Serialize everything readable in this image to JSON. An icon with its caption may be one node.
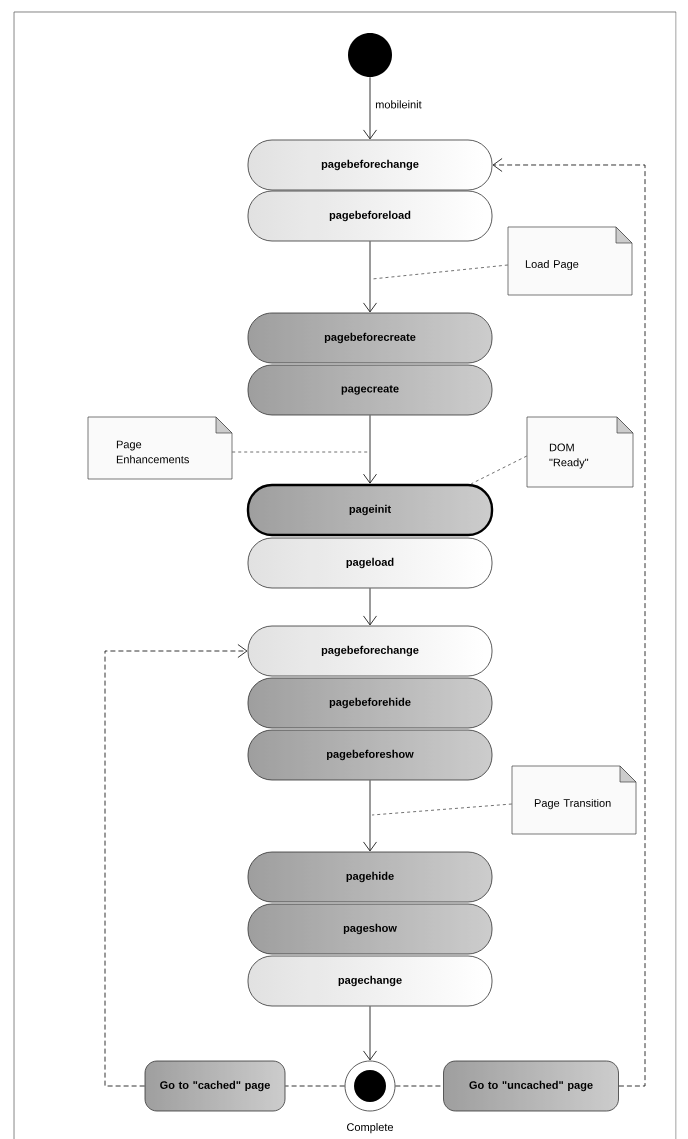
{
  "diagram": {
    "nodes": [
      {
        "text": [],
        "shape": "circle"
      },
      {
        "text": [
          "pagebeforechange"
        ]
      },
      {
        "text": [
          "pagebeforeload"
        ]
      },
      {
        "text": [
          "pagebeforecreate"
        ]
      },
      {
        "text": [
          "pagecreate"
        ]
      },
      {
        "text": [
          "pageinit"
        ]
      },
      {
        "text": [
          "pageload"
        ]
      },
      {
        "text": [
          "pagebeforechange"
        ]
      },
      {
        "text": [
          "pagebeforehide"
        ]
      },
      {
        "text": [
          "pagebeforeshow"
        ]
      },
      {
        "text": [
          "pagehide"
        ]
      },
      {
        "text": [
          "pageshow"
        ]
      },
      {
        "text": [
          "pagechange"
        ]
      },
      {
        "text": [],
        "shape": "circle",
        "beside": [
          "Complete"
        ]
      },
      {
        "text": [
          "Go to \"cached\" page"
        ]
      },
      {
        "text": [
          "Go to \"uncached\" page"
        ]
      },
      {
        "text": [
          "Load Page"
        ]
      },
      {
        "text": [
          "Page Enhancements"
        ]
      },
      {
        "text": [
          "DOM \"Ready\""
        ]
      },
      {
        "text": [
          "Page Transition"
        ]
      }
    ],
    "edges": [
      {
        "from": 0,
        "to": 1,
        "arrow": "to",
        "label": "mobileinit"
      },
      {
        "from": 2,
        "to": 3,
        "arrow": "to"
      },
      {
        "from": 4,
        "to": 5,
        "arrow": "to"
      },
      {
        "from": 6,
        "to": 7,
        "arrow": "to"
      },
      {
        "from": 9,
        "to": 10,
        "arrow": "to"
      },
      {
        "from": 12,
        "to": 13,
        "arrow": "to"
      },
      {
        "from": 13,
        "to": 14,
        "arrow": "none",
        "style": "dashed"
      },
      {
        "from": 14,
        "to": 7,
        "arrow": "to",
        "style": "dashed"
      },
      {
        "from": 13,
        "to": 15,
        "arrow": "none",
        "style": "dashed"
      },
      {
        "from": 15,
        "to": 1,
        "arrow": "to",
        "style": "dashed"
      },
      {
        "from": 16,
        "to": null,
        "arrow": "none",
        "style": "dashed"
      },
      {
        "from": 17,
        "to": null,
        "arrow": "none",
        "style": "dashed"
      },
      {
        "from": 18,
        "to": 5,
        "arrow": "none",
        "style": "dashed"
      },
      {
        "from": 19,
        "to": null,
        "arrow": "none",
        "style": "dashed"
      }
    ]
  }
}
